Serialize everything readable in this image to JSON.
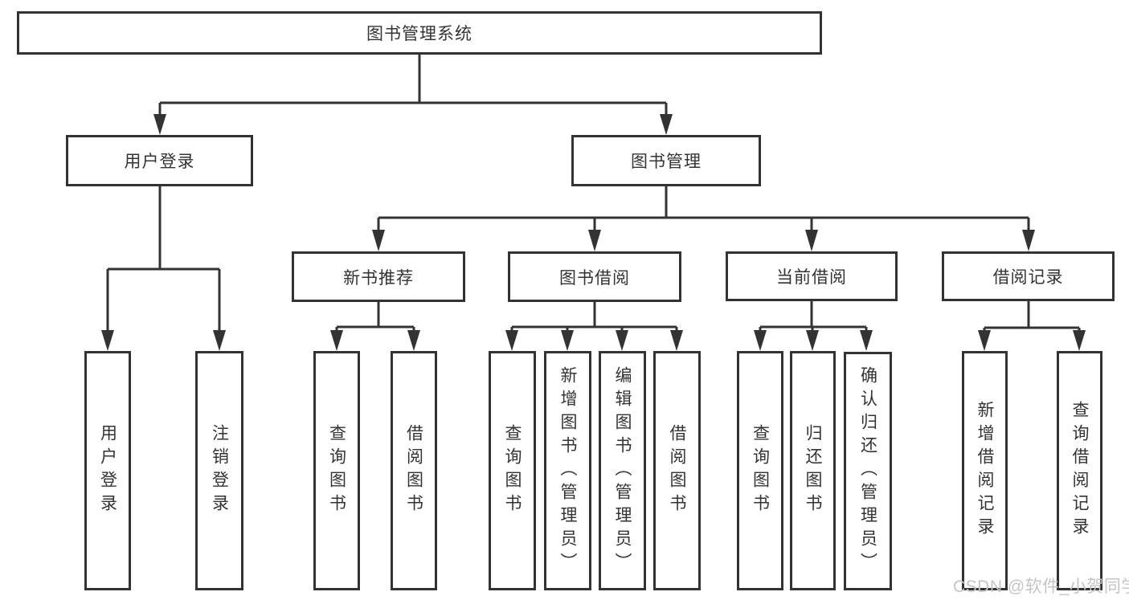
{
  "title": "图书管理系统",
  "watermark": "CSDN @软件_小贺同学",
  "colors": {
    "line": "#333333",
    "text": "#333333",
    "box_background": "#ffffff",
    "page_background": "#ffffff",
    "watermark": "#c5c5c5"
  },
  "tree": {
    "label": "图书管理系统",
    "children": [
      {
        "label": "用户登录",
        "children": [
          {
            "label": "用户登录"
          },
          {
            "label": "注销登录"
          }
        ]
      },
      {
        "label": "图书管理",
        "children": [
          {
            "label": "新书推荐",
            "children": [
              {
                "label": "查询图书"
              },
              {
                "label": "借阅图书"
              }
            ]
          },
          {
            "label": "图书借阅",
            "children": [
              {
                "label": "查询图书"
              },
              {
                "label": "新增图书（管理员）"
              },
              {
                "label": "编辑图书（管理员）"
              },
              {
                "label": "借阅图书"
              }
            ]
          },
          {
            "label": "当前借阅",
            "children": [
              {
                "label": "查询图书"
              },
              {
                "label": "归还图书"
              },
              {
                "label": "确认归还（管理员）"
              }
            ]
          },
          {
            "label": "借阅记录",
            "children": [
              {
                "label": "新增借阅记录"
              },
              {
                "label": "查询借阅记录"
              }
            ]
          }
        ]
      }
    ]
  }
}
